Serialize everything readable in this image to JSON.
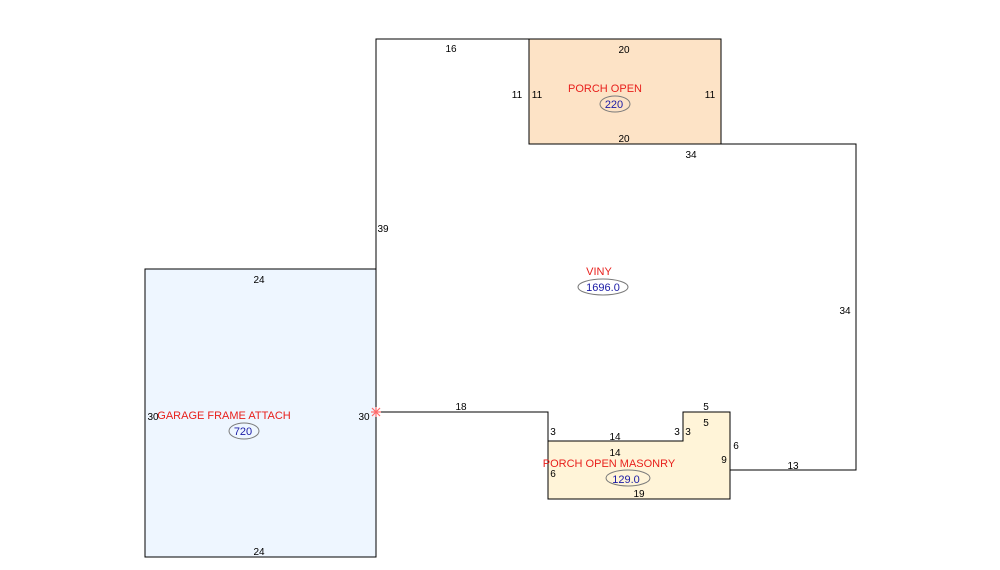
{
  "colors": {
    "outline": "#000000",
    "label": "#e8201c",
    "value": "#1a1aa6",
    "ellipse": "#7a7a7a",
    "porch_open_fill": "#fde3c6",
    "garage_fill": "#eef6ff",
    "masonry_fill": "#fff4d8",
    "marker": "#ff6a6a"
  },
  "areas": {
    "viny": {
      "name": "VINY",
      "value": "1696.0"
    },
    "porch_open": {
      "name": "PORCH OPEN",
      "value": "220"
    },
    "garage": {
      "name": "GARAGE FRAME ATTACH",
      "value": "720"
    },
    "masonry": {
      "name": "PORCH OPEN MASONRY",
      "value": "129.0"
    }
  },
  "dimensions": {
    "viny_top": "16",
    "porch_left_outer": "11",
    "viny_left": "39",
    "viny_right_top": "34",
    "viny_right": "34",
    "viny_bottom_left": "18",
    "viny_bottom_right": "13",
    "porch_top": "20",
    "porch_bottom": "20",
    "porch_left": "11",
    "porch_right": "11",
    "garage_top": "24",
    "garage_bottom": "24",
    "garage_left": "30",
    "garage_right": "30",
    "mas_left_upper": "3",
    "mas_top_left": "14",
    "mas_top_left_inner": "14",
    "mas_step_outer": "3",
    "mas_step_inner": "3",
    "mas_top_right": "5",
    "mas_top_right_inner": "5",
    "mas_right_outer": "6",
    "mas_right_inner": "9",
    "mas_left_lower": "6",
    "mas_bottom": "19"
  }
}
